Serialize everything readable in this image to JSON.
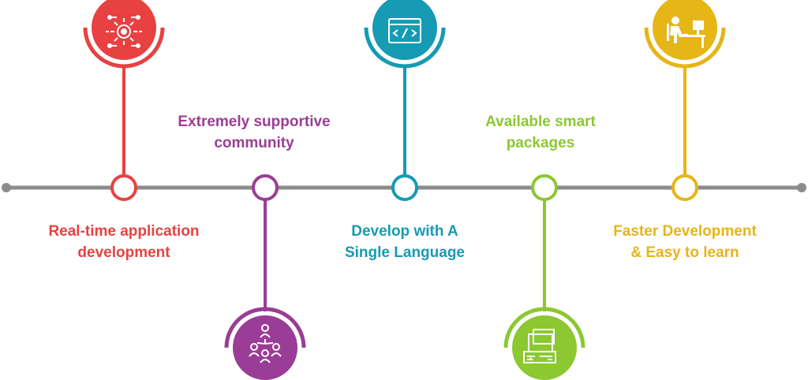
{
  "steps": [
    {
      "line1": "Real-time application",
      "line2": "development",
      "color": "#e84141",
      "icon": "gear-circuit-icon"
    },
    {
      "line1": "Extremely supportive",
      "line2": "community",
      "color": "#9a3d96",
      "icon": "community-network-icon"
    },
    {
      "line1": "Develop with A",
      "line2": "Single Language",
      "color": "#159bb3",
      "icon": "code-window-icon"
    },
    {
      "line1": "Available smart",
      "line2": "packages",
      "color": "#8bc831",
      "icon": "packages-icon"
    },
    {
      "line1": "Faster Development",
      "line2": "& Easy to learn",
      "color": "#e6b516",
      "icon": "developer-desk-icon"
    }
  ],
  "timeline_color": "#8c8c8c"
}
